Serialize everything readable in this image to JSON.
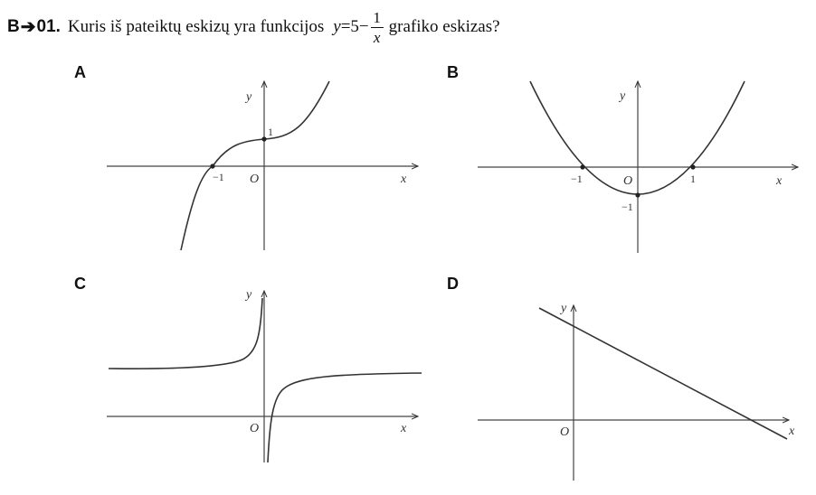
{
  "question": {
    "number": "B",
    "arrow": "➔",
    "number_suffix": "01.",
    "text": "Kuris iš pateiktų eskizų yra funkcijos",
    "formula_var": "y",
    "formula_eq": "=5−",
    "formula_num": "1",
    "formula_den": "x",
    "text_after": "grafiko eskizas?"
  },
  "options": {
    "a": {
      "label": "A",
      "y_axis": "y",
      "x_axis": "x",
      "origin": "O",
      "tick_x": "−1",
      "tick_y": "1"
    },
    "b": {
      "label": "B",
      "y_axis": "y",
      "x_axis": "x",
      "origin": "O",
      "tick_x_neg": "−1",
      "tick_x_pos": "1",
      "tick_y": "−1"
    },
    "c": {
      "label": "C",
      "y_axis": "y",
      "x_axis": "x",
      "origin": "O"
    },
    "d": {
      "label": "D",
      "y_axis": "y",
      "x_axis": "x",
      "origin": "O"
    }
  }
}
